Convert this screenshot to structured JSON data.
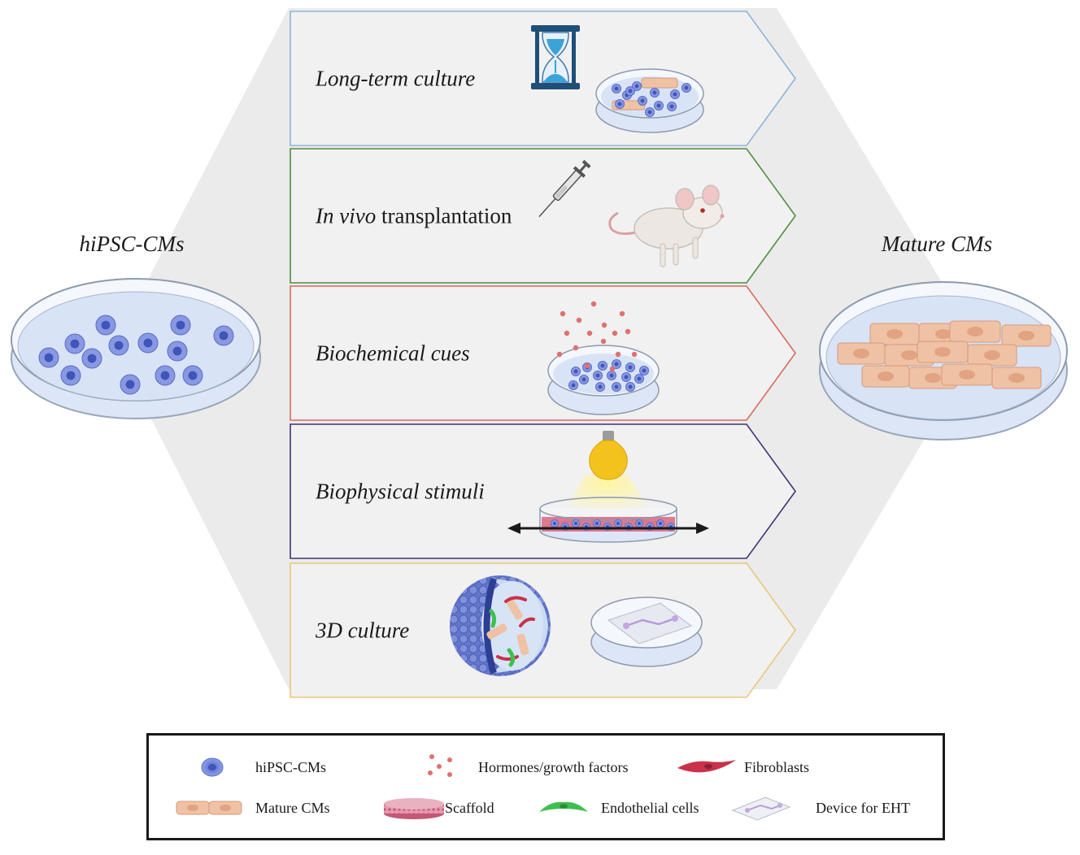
{
  "left_label": "hiPSC-CMs",
  "right_label": "Mature CMs",
  "methods": [
    {
      "label_italic": "Long-term culture",
      "label_plain": "",
      "color": "#8fb4d8",
      "icon": "hourglass-icon"
    },
    {
      "label_italic": "In vivo",
      "label_plain": " transplantation",
      "color": "#4f8f3f",
      "icon": "mouse-icon"
    },
    {
      "label_italic": "Biochemical cues",
      "label_plain": "",
      "color": "#d86b5e",
      "icon": "petri-dish-icon"
    },
    {
      "label_italic": "Biophysical stimuli",
      "label_plain": "",
      "color": "#3d3573",
      "icon": "light-bulb-icon"
    },
    {
      "label_italic": "3D culture",
      "label_plain": "",
      "color": "#e8c87a",
      "icon": "organoid-icon"
    }
  ],
  "legend": {
    "hipsc_cms": "hiPSC-CMs",
    "hormones": "Hormones/growth factors",
    "fibroblasts": "Fibroblasts",
    "mature_cms": "Mature CMs",
    "scaffold": "Scaffold",
    "endothelial": "Endothelial cells",
    "device": "Device for EHT"
  },
  "colors": {
    "hexagon": "#ebebeb",
    "cell": "#6d80d8",
    "mature_cell": "#efc2a5",
    "dish": "#dce6f6"
  }
}
